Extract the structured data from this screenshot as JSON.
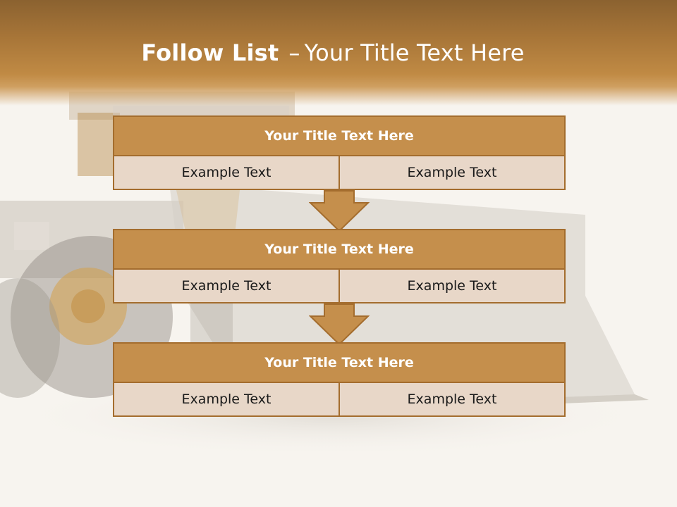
{
  "slide": {
    "title_bold": "Follow List",
    "title_sep": "–",
    "title_rest": "Your Title Text Here"
  },
  "blocks": [
    {
      "title": "Your Title Text Here",
      "cells": [
        "Example Text",
        "Example Text"
      ]
    },
    {
      "title": "Your Title Text Here",
      "cells": [
        "Example Text",
        "Example Text"
      ]
    },
    {
      "title": "Your Title Text Here",
      "cells": [
        "Example Text",
        "Example Text"
      ]
    }
  ],
  "colors": {
    "header": "#a77538",
    "title_fill": "#c58f4c",
    "cell_fill": "#e8d7c8",
    "border": "#a46d2e",
    "arrow": "#c58f4c"
  },
  "icons": [
    "down-arrow-icon",
    "loader-illustration"
  ]
}
